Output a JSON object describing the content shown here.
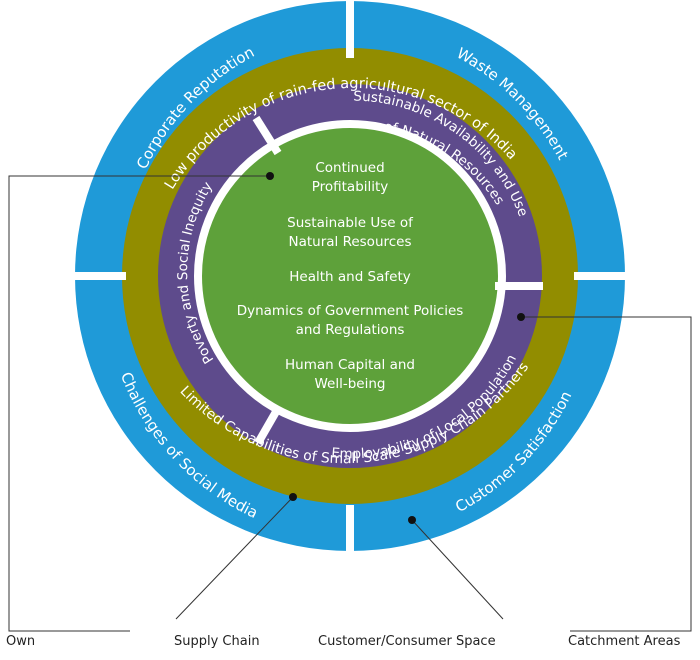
{
  "colors": {
    "outer_ring": "#1f9ad8",
    "middle_ring": "#928d00",
    "inner_ring": "#5e4b8c",
    "core": "#5ea13a",
    "text": "#ffffff",
    "leader": "#333333"
  },
  "outer_ring": {
    "top_left": "Corporate Reputation",
    "top_right": "Waste Management",
    "bottom_left": "Challenges of Social Media",
    "bottom_right": "Customer Satisfaction"
  },
  "middle_ring": {
    "top": "Low productivity of rain-fed agricultural sector of India",
    "bottom": "Limited Capabilities of Small Scale Supply Chain Partners"
  },
  "inner_ring": {
    "top_right_line1": "Sustainable Availability and Use",
    "top_right_line2": "of Natural Resources",
    "left": "Poverty and Social Inequity",
    "bottom": "Employability of Local Population"
  },
  "core": {
    "items": [
      {
        "line1": "Continued",
        "line2": "Profitability"
      },
      {
        "line1": "Sustainable Use of",
        "line2": "Natural Resources"
      },
      {
        "line1": "Health and Safety",
        "line2": ""
      },
      {
        "line1": "Dynamics of Government Policies",
        "line2": "and Regulations"
      },
      {
        "line1": "Human Capital and",
        "line2": "Well-being"
      }
    ]
  },
  "footer_labels": {
    "own": "Own",
    "supply_chain": "Supply Chain",
    "customer_space": "Customer/Consumer Space",
    "catchment": "Catchment Areas"
  }
}
